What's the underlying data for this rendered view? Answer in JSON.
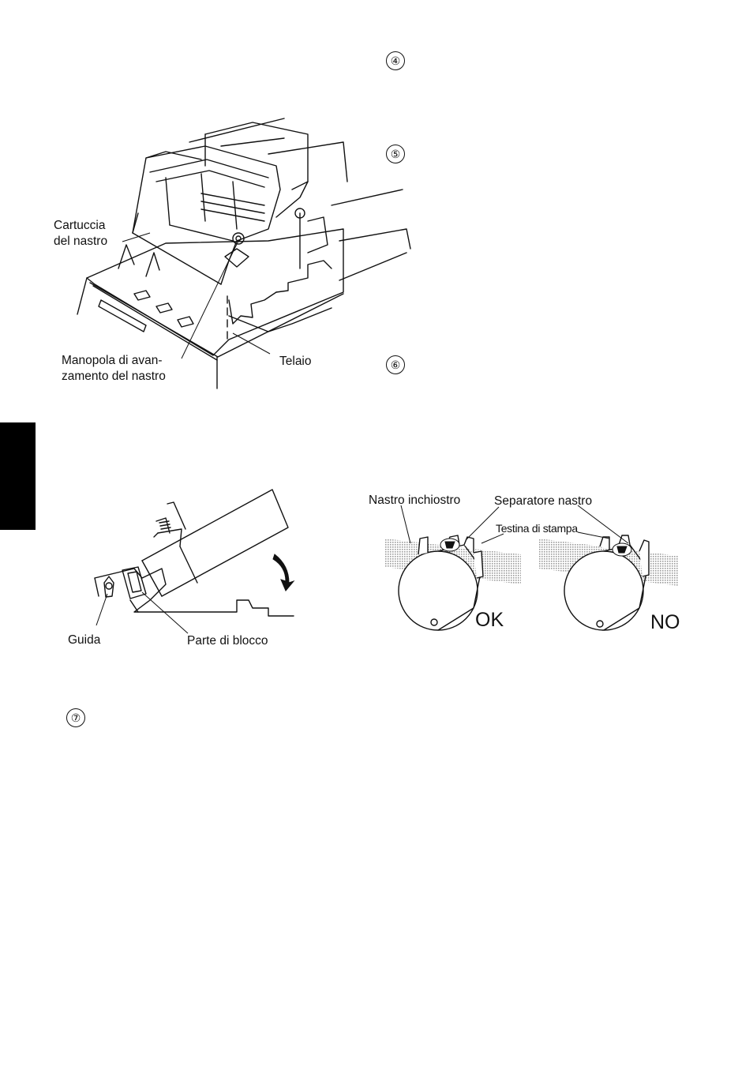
{
  "steps": [
    "④",
    "⑤",
    "⑥",
    "⑦"
  ],
  "figure1": {
    "label_cartridge_line1": "Cartuccia",
    "label_cartridge_line2": "del nastro",
    "label_knob_line1": "Manopola di avan-",
    "label_knob_line2": "zamento del nastro",
    "label_frame": "Telaio"
  },
  "figure2": {
    "label_guide": "Guida",
    "label_lock": "Parte di blocco"
  },
  "figure3": {
    "label_ribbon": "Nastro inchiostro",
    "label_separator": "Separatore nastro",
    "label_head": "Testina di stampa",
    "verdict_ok": "OK",
    "verdict_no": "NO"
  },
  "colors": {
    "ink": "#111111",
    "tab": "#000000",
    "ribbon_shade": "#c8c8c8"
  }
}
